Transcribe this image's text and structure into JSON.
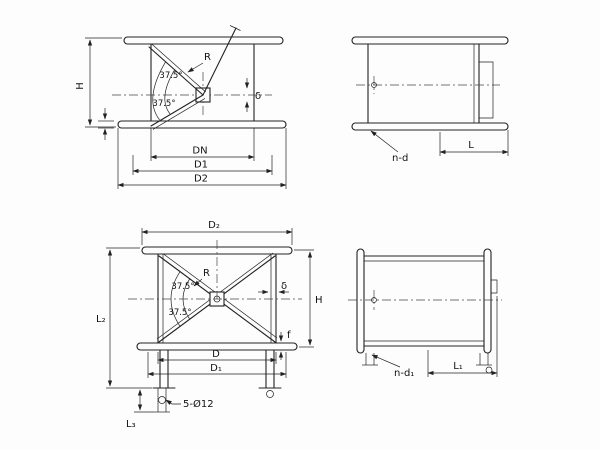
{
  "drawing": {
    "background": "#fdfdfd",
    "line_color": "#222222",
    "views": {
      "front_top": {
        "labels": {
          "height": "H",
          "radius": "R",
          "angle_upper": "37.5°",
          "angle_lower": "37.5°",
          "thickness": "δ",
          "dim_dn": "DN",
          "dim_d1": "D1",
          "dim_d2": "D2"
        }
      },
      "side_top": {
        "labels": {
          "bolt_pattern": "n-d",
          "dim_l": "L"
        }
      },
      "front_bottom": {
        "labels": {
          "dim_d2": "D₂",
          "radius": "R",
          "angle_upper": "37.5°",
          "angle_lower": "37.5°",
          "thickness": "δ",
          "height": "H",
          "dim_f": "f",
          "dim_l2": "L₂",
          "dim_d": "D",
          "dim_d1": "D₁",
          "holes": "5-Ø12",
          "dim_l3": "L₃"
        }
      },
      "side_bottom": {
        "labels": {
          "bolt_pattern": "n-d₁",
          "dim_l1": "L₁"
        }
      }
    }
  }
}
